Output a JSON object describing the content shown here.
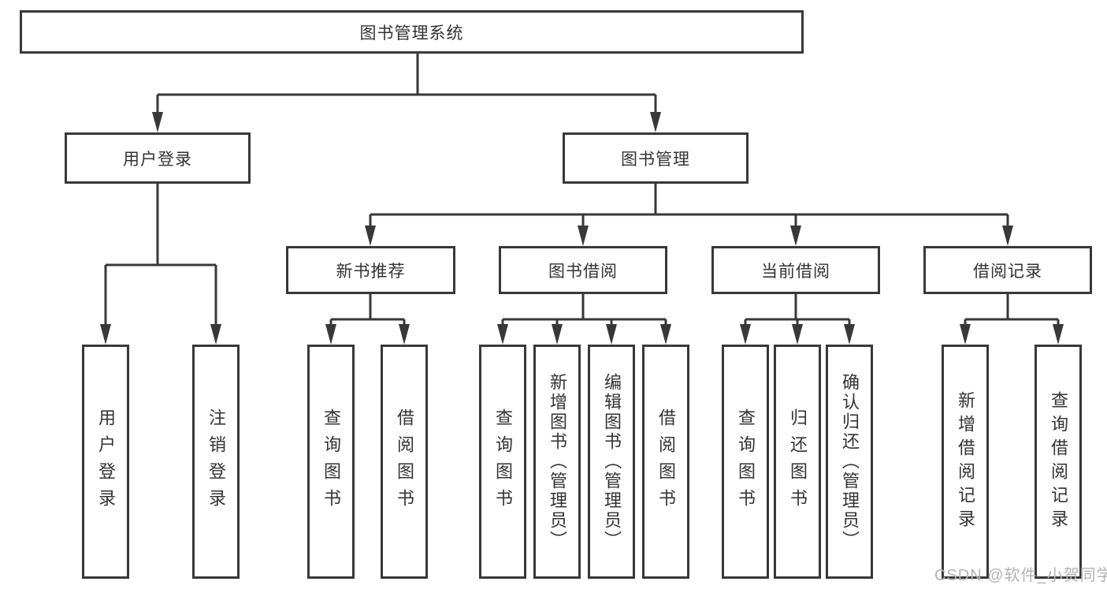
{
  "colors": {
    "line": "#383838",
    "box_border": "#383838",
    "box_fill": "#ffffff",
    "text": "#333333",
    "watermark": "#b3b3b3",
    "background": "#ffffff"
  },
  "watermark": {
    "text": "CSDN @软件_小贺同学"
  },
  "tree": {
    "root": {
      "label": "图书管理系统",
      "children": [
        {
          "label": "用户登录",
          "children": [
            {
              "label": "用户登录"
            },
            {
              "label": "注销登录"
            }
          ]
        },
        {
          "label": "图书管理",
          "children": [
            {
              "label": "新书推荐",
              "children": [
                {
                  "label": "查询图书"
                },
                {
                  "label": "借阅图书"
                }
              ]
            },
            {
              "label": "图书借阅",
              "children": [
                {
                  "label": "查询图书"
                },
                {
                  "label": "新增图书（管理员）"
                },
                {
                  "label": "编辑图书（管理员）"
                },
                {
                  "label": "借阅图书"
                }
              ]
            },
            {
              "label": "当前借阅",
              "children": [
                {
                  "label": "查询图书"
                },
                {
                  "label": "归还图书"
                },
                {
                  "label": "确认归还（管理员）"
                }
              ]
            },
            {
              "label": "借阅记录",
              "children": [
                {
                  "label": "新增借阅记录"
                },
                {
                  "label": "查询借阅记录"
                }
              ]
            }
          ]
        }
      ]
    }
  }
}
